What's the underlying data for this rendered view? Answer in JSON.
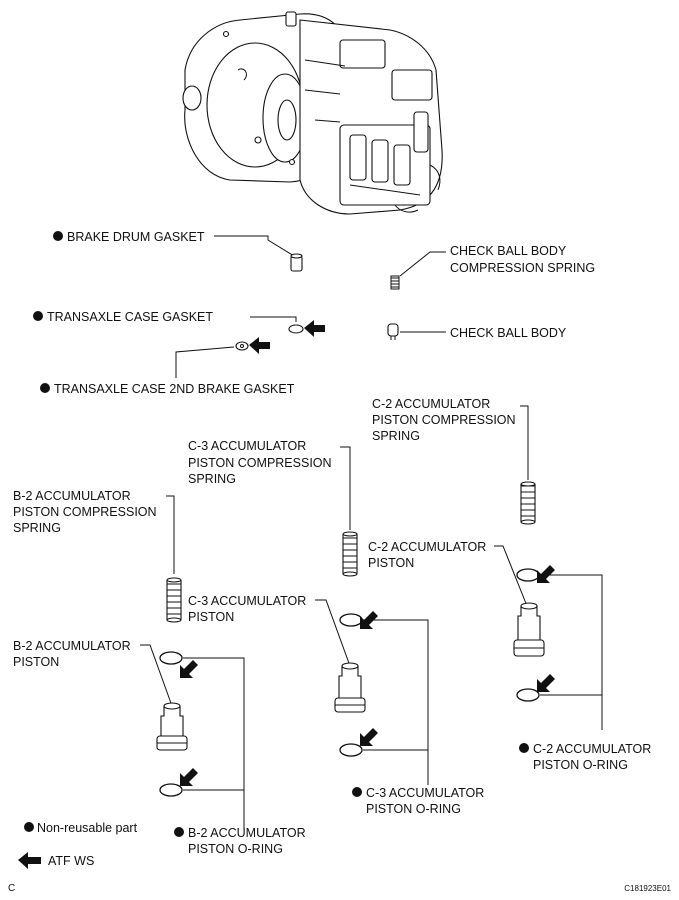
{
  "labels": {
    "brake_drum_gasket": "BRAKE DRUM GASKET",
    "transaxle_case_gasket": "TRANSAXLE CASE GASKET",
    "transaxle_case_2nd_brake_gasket": "TRANSAXLE CASE 2ND BRAKE GASKET",
    "check_ball_body_spring": [
      "CHECK BALL BODY",
      "COMPRESSION SPRING"
    ],
    "check_ball_body": "CHECK BALL BODY",
    "c2_spring": [
      "C-2 ACCUMULATOR",
      "PISTON COMPRESSION",
      "SPRING"
    ],
    "c3_spring": [
      "C-3 ACCUMULATOR",
      "PISTON COMPRESSION",
      "SPRING"
    ],
    "b2_spring": [
      "B-2 ACCUMULATOR",
      "PISTON COMPRESSION",
      "SPRING"
    ],
    "c2_piston": [
      "C-2 ACCUMULATOR",
      "PISTON"
    ],
    "c3_piston": [
      "C-3 ACCUMULATOR",
      "PISTON"
    ],
    "b2_piston": [
      "B-2 ACCUMULATOR",
      "PISTON"
    ],
    "c2_oring": [
      "C-2 ACCUMULATOR",
      "PISTON O-RING"
    ],
    "c3_oring": [
      "C-3 ACCUMULATOR",
      "PISTON O-RING"
    ],
    "b2_oring": [
      "B-2 ACCUMULATOR",
      "PISTON O-RING"
    ]
  },
  "legend": {
    "non_reusable": "Non-reusable part",
    "atf_ws": "ATF WS"
  },
  "footer": {
    "left_code": "C",
    "right_code": "C181923E01"
  },
  "colors": {
    "ink": "#111111",
    "background": "#ffffff"
  }
}
